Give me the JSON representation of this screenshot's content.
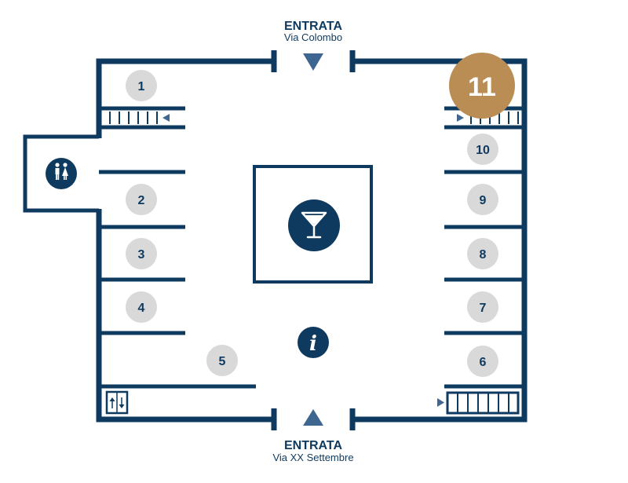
{
  "colors": {
    "wall": "#0f3a5f",
    "stand": "#d9d9d9",
    "highlight": "#b98d54",
    "arrow": "#3f6690",
    "white": "#ffffff"
  },
  "entrances": {
    "top": {
      "title": "ENTRATA",
      "street": "Via Colombo"
    },
    "bottom": {
      "title": "ENTRATA",
      "street": "Via XX Settembre"
    }
  },
  "stands": {
    "s1": "1",
    "s2": "2",
    "s3": "3",
    "s4": "4",
    "s5": "5",
    "s6": "6",
    "s7": "7",
    "s8": "8",
    "s9": "9",
    "s10": "10",
    "s11": "11"
  },
  "highlighted_stand": "11",
  "icons": {
    "restroom": "restroom-icon",
    "bar": "cocktail-bar-icon",
    "info": "info-icon",
    "elevator": "elevator-icon",
    "stairs": "stairs-icon"
  },
  "info_glyph": "i"
}
